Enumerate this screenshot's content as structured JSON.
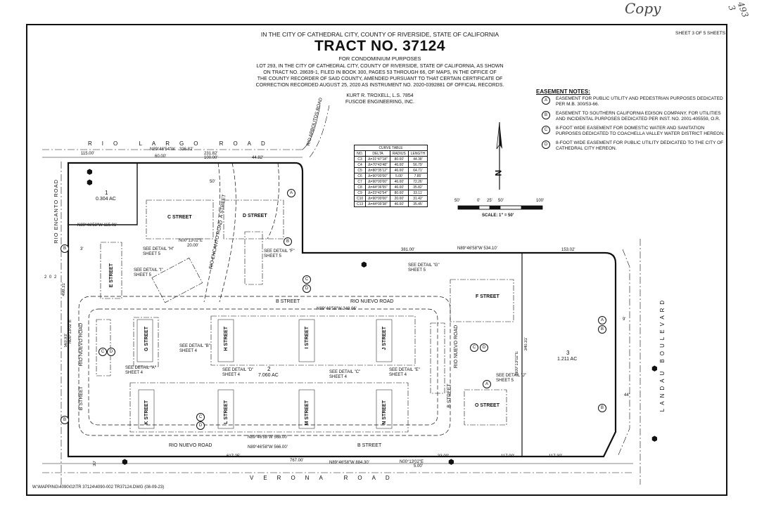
{
  "handwritten": {
    "copy_mark": "Copy",
    "corner_mark": "493\n3"
  },
  "sheet_number": "SHEET 3 OF 5 SHEETS",
  "header": {
    "location_line": "IN THE CITY OF CATHEDRAL CITY, COUNTY OF RIVERSIDE, STATE OF CALIFORNIA",
    "tract_title": "TRACT NO. 37124",
    "purpose": "FOR CONDOMINIUM PURPOSES",
    "legal_lines": [
      "LOT 293, IN THE CITY OF CATHEDRAL CITY, COUNTY OF RIVERSIDE, STATE OF CALIFORNIA, AS SHOWN",
      "ON TRACT NO. 28639-1, FILED IN BOOK 300, PAGES 53 THROUGH 66, OF MAPS, IN THE OFFICE OF",
      "THE COUNTY RECORDER OF SAID COUNTY, AMENDED PURSUANT TO THAT CERTAIN CERTIFICATE OF",
      "CORRECTION RECORDED AUGUST 25, 2020 AS INSTRUMENT NO. 2020-0392881 OF OFFICIAL RECORDS."
    ],
    "surveyor": "KURT R. TROXELL, L.S. 7854",
    "firm": "FUSCOE ENGINEERING, INC."
  },
  "easement_notes": {
    "title": "EASEMENT NOTES:",
    "items": [
      {
        "key": "A",
        "text": "EASEMENT FOR PUBLIC UTILITY AND PEDESTRIAN PURPOSES DEDICATED PER M.B. 300/53-66."
      },
      {
        "key": "B",
        "text": "EASEMENT TO SOUTHERN CALIFORNIA EDISON COMPANY, FOR UTILITIES AND INCIDENTAL PURPOSES DEDICATED PER INST. NO. 2001-405559, O.R."
      },
      {
        "key": "C",
        "text": "8-FOOT WIDE EASEMENT FOR DOMESTIC WATER AND SANITATION PURPOSES DEDICATED TO COACHELLA VALLEY WATER DISTRICT HEREON."
      },
      {
        "key": "D",
        "text": "8-FOOT WIDE EASEMENT FOR PUBLIC UTILITY DEDICATED TO THE CITY OF CATHEDRAL CITY HEREON."
      }
    ]
  },
  "curve_table": {
    "title": "CURVE TABLE",
    "headers": [
      "NO.",
      "DELTA",
      "RADIUS",
      "LENGTH"
    ],
    "rows": [
      [
        "C3",
        "Δ=31°47'18\"",
        "80.00'",
        "44.38'"
      ],
      [
        "C4",
        "Δ=70°43'48\"",
        "46.00'",
        "56.79'"
      ],
      [
        "C5",
        "Δ=80°35'12\"",
        "46.00'",
        "64.71'"
      ],
      [
        "C6",
        "Δ=90°00'00\"",
        "5.00'",
        "7.85'"
      ],
      [
        "C7",
        "Δ=90°00'00\"",
        "46.00'",
        "72.26'"
      ],
      [
        "C8",
        "Δ=44°36'55\"",
        "46.00'",
        "35.82'"
      ],
      [
        "C9",
        "Δ=23°42'54\"",
        "80.00'",
        "33.11'"
      ],
      [
        "C10",
        "Δ=90°00'00\"",
        "20.00'",
        "31.42'"
      ],
      [
        "C13",
        "Δ=44°09'38\"",
        "46.00'",
        "35.45'"
      ]
    ]
  },
  "scale": {
    "ticks": [
      "50'",
      "0'",
      "25'",
      "50'",
      "100'"
    ],
    "label": "SCALE: 1\" = 50'"
  },
  "roads": {
    "rio_largo": "RIO LARGO ROAD",
    "verona": "VERONA ROAD",
    "rio_encanto": "RIO ENCANTO ROAD",
    "rio_arbolitos": "RIO ARBOLITOS ROAD",
    "landau": "LANDAU BOULEVARD",
    "rio_nuevo_top": "RIO NUEVO ROAD",
    "rio_nuevo_bottom": "RIO NUEVO ROAD",
    "rio_nuevo_left": "RIO NUEVO ROAD",
    "rio_nuevo_right": "RIO NUEVO ROAD",
    "b_street_top": "B STREET",
    "b_street_bottom": "B STREET",
    "b_street_left": "B STREET",
    "b_street_right": "B STREET",
    "rio_encanto_inner": "RIO ENCANTO ROAD",
    "a_street": "A STREET"
  },
  "streets": {
    "c": "C STREET",
    "d": "D STREET",
    "e": "E STREET",
    "f": "F STREET",
    "g": "G STREET",
    "h": "H STREET",
    "i": "I STREET",
    "j": "J STREET",
    "k": "K STREET",
    "l": "L STREET",
    "m": "M STREET",
    "n": "N STREET",
    "o": "O STREET"
  },
  "lots": [
    {
      "num": "1",
      "area": "0.304 AC"
    },
    {
      "num": "2",
      "area": "7.060 AC"
    },
    {
      "num": "3",
      "area": "1.211 AC"
    }
  ],
  "details": {
    "h": "SEE DETAIL \"H\"\nSHEET 5",
    "i": "SEE DETAIL \"I\"\nSHEET 5",
    "f": "SEE DETAIL \"F\"\nSHEET 5",
    "g": "SEE DETAIL \"G\"\nSHEET 5",
    "a": "SEE DETAIL \"A\"\nSHEET 4",
    "b": "SEE DETAIL \"B\"\nSHEET 4",
    "c": "SEE DETAIL \"C\"\nSHEET 4",
    "d": "SEE DETAIL \"D\"\nSHEET 4",
    "e": "SEE DETAIL \"E\"\nSHEET 4",
    "j": "SEE DETAIL \"J\"\nSHEET 5"
  },
  "dimensions": {
    "top_115": "115.00'",
    "top_bearing": "N89°46'54\"W",
    "top_336": "336.82'",
    "top_60": "60.00'",
    "top_231": "231.82'",
    "top_100": "100.00'",
    "top_44": "44.82'",
    "lot1_bearing": "N89°46'58\"W  115.01'",
    "mid_381": "381.00'",
    "mid_bearing": "N89°46'58\"W  534.10'",
    "mid_153": "153.02'",
    "bottom_617": "617.25'",
    "bottom_767": "767.00'",
    "bottom_bearing": "N89°46'58\"W  884.30'",
    "bottom_117a": "117.00'",
    "bottom_117b": "117.30'",
    "bottom_33": "33.00'",
    "bottom_5": "5.00'",
    "bottom_bearing2": "N00°13'02\"E",
    "rio_nuevo_348": "N89°46'58\"W  348.06'",
    "rio_nuevo_568": "N89°46'58\"W  568.00'",
    "rio_nuevo_568b": "N89°46'58\"W  566.00'",
    "left_563": "563.93'",
    "left_bearing": "N00°13'02\"E",
    "right_340": "340.31'",
    "right_bearing": "N00°13'02\"E",
    "left_498": "498.31'",
    "left_202": "2 0 2",
    "d_20": "20.00'",
    "bearing_n00": "N00°13'02\"E",
    "label_50a": "50'",
    "label_30": "30'",
    "label_44": "44'",
    "label_9": "9'",
    "label_3": "3'"
  },
  "file_path": "W:\\MAPPING\\4090\\02\\TR 37124\\4090-002 TR37124.DWG (08-09-23)"
}
